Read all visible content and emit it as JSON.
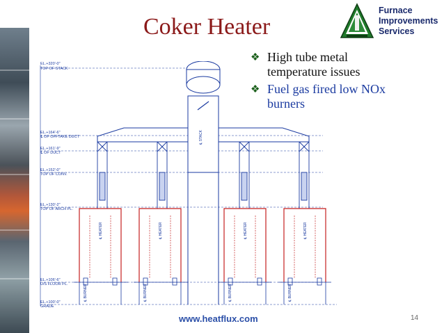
{
  "title": "Coker Heater",
  "company": {
    "line1": "Furnace",
    "line2": "Improvements",
    "line3": "Services"
  },
  "bullets": [
    {
      "line1": "High tube metal",
      "line2": "temperature issues",
      "color": "#111111"
    },
    {
      "line1": "Fuel gas fired low NOx",
      "line2": "burners",
      "color": "#1a3aa0"
    }
  ],
  "diagram": {
    "stack_label": "℄ STACK",
    "heater_label": "℄ HEATER",
    "burner_label": "℄ BURNER",
    "elevations": [
      {
        "line1": "EL.+320'-0\"",
        "line2": "TOP OF STACK"
      },
      {
        "line1": "EL.+164'-6\"",
        "line2": "℄ OF OFFTAKE DUCT"
      },
      {
        "line1": "EL.+161'-9\"",
        "line2": "℄ OF DUCT"
      },
      {
        "line1": "EL.+152'-0\"",
        "line2": "TOP OF CONV."
      },
      {
        "line1": "EL.+130'-2\"",
        "line2": "TOP OF ARCH PL."
      },
      {
        "line1": "EL.+106'-6\"",
        "line2": "U/S FLOOR PL."
      },
      {
        "line1": "EL.+100'-0\"",
        "line2": "GRADE"
      }
    ]
  },
  "colors": {
    "title": "#8b1a1a",
    "structure_blue": "#1a3aa0",
    "radiant_red": "#c41e1e",
    "footer": "#2b4fa8"
  },
  "footer": "www.heatflux.com",
  "page_number": "14"
}
